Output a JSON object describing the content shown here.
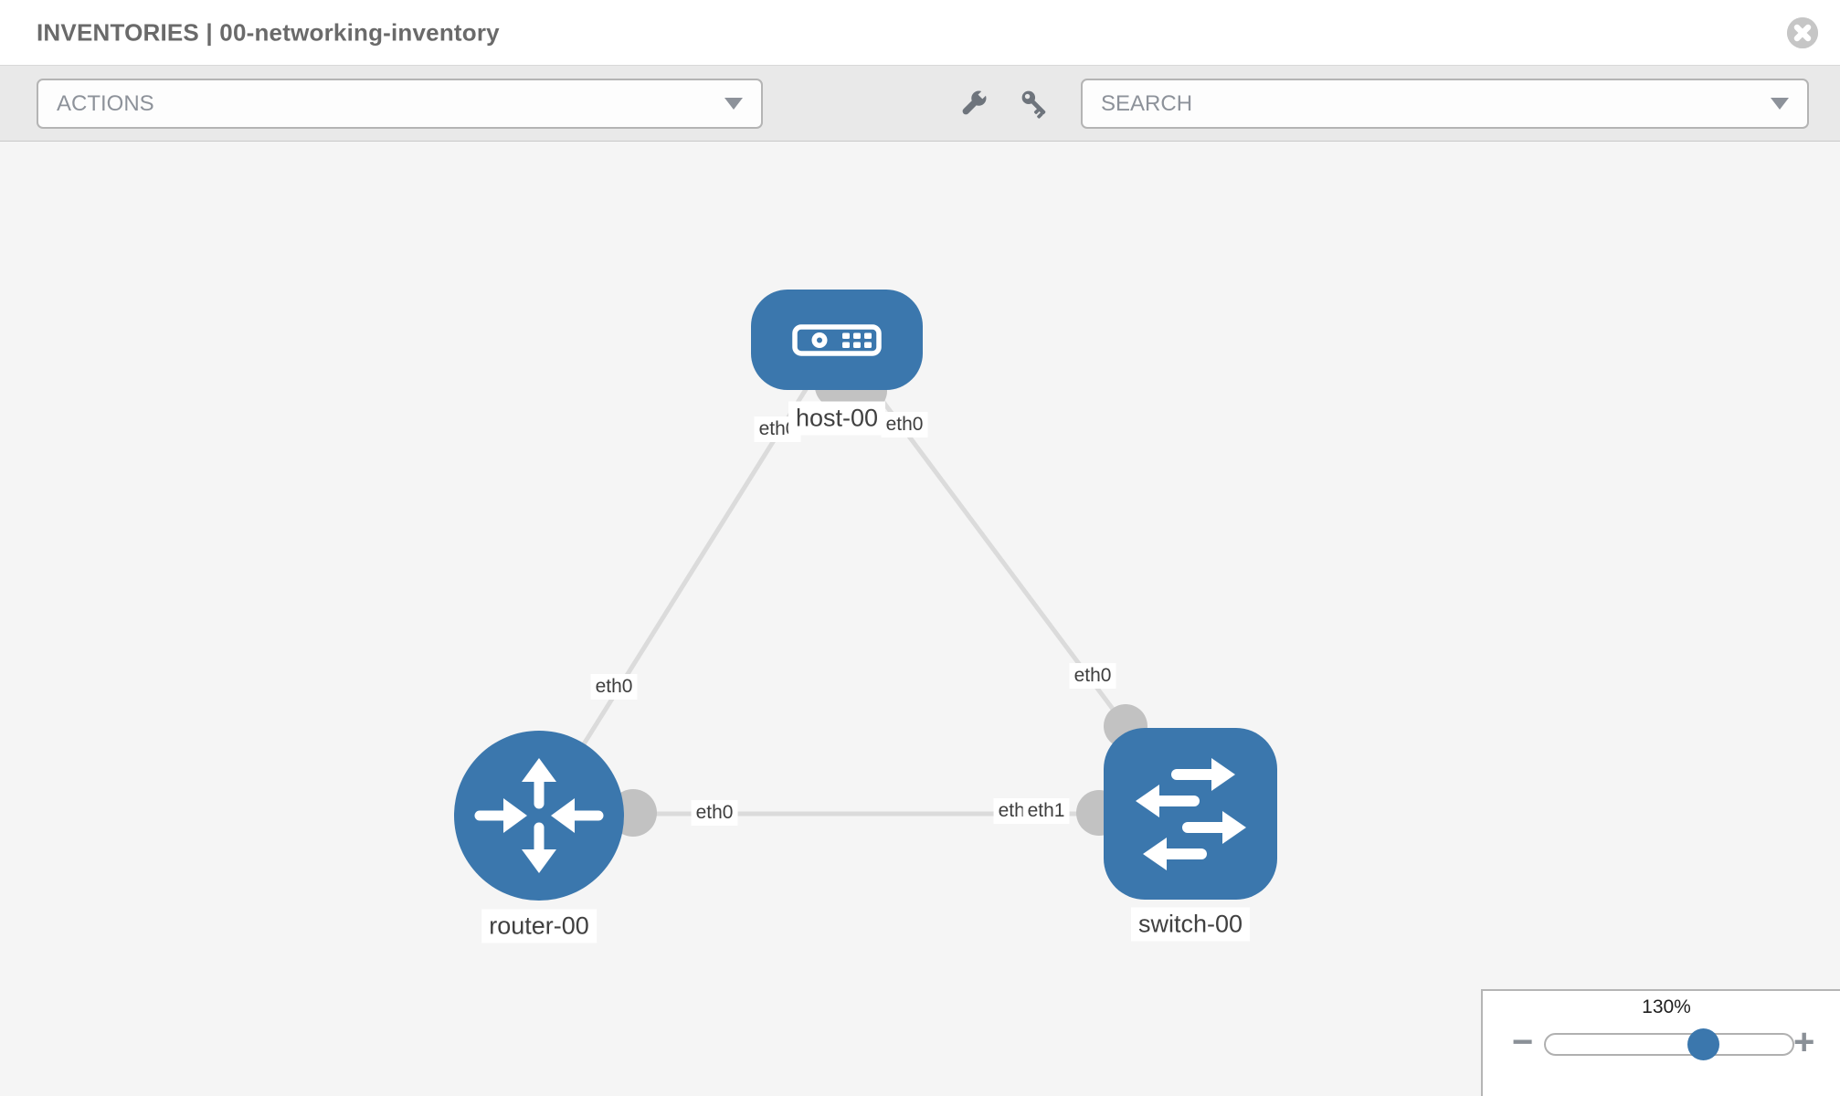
{
  "header": {
    "title": "INVENTORIES | 00-networking-inventory"
  },
  "toolbar": {
    "actions_dropdown": {
      "label": "ACTIONS"
    },
    "search_dropdown": {
      "placeholder": "SEARCH"
    },
    "icons": [
      "wrench-icon",
      "key-icon"
    ]
  },
  "topology": {
    "nodes": [
      {
        "id": "host-00",
        "type": "host",
        "label": "host-00"
      },
      {
        "id": "router-00",
        "type": "router",
        "label": "router-00"
      },
      {
        "id": "switch-00",
        "type": "switch",
        "label": "switch-00"
      }
    ],
    "links": [
      {
        "from": "host-00",
        "to": "router-00",
        "from_iface": "eth0",
        "to_iface": "eth0"
      },
      {
        "from": "host-00",
        "to": "switch-00",
        "from_iface": "eth0",
        "to_iface": "eth0"
      },
      {
        "from": "router-00",
        "to": "switch-00",
        "from_iface": "eth0",
        "to_iface": "eth1"
      }
    ],
    "iface_labels": [
      "eth0",
      "eth0",
      "eth0",
      "eth0",
      "eth0",
      "eth0",
      "eth1"
    ]
  },
  "zoom_control": {
    "value": "130%",
    "minus_label": "−",
    "plus_label": "+"
  },
  "colors": {
    "node_blue": "#3b77ad",
    "connector_gray": "#c2c2c2",
    "link_gray": "#dbdbdb",
    "canvas_bg": "#f5f5f5",
    "toolbar_bg": "#e9e9e9"
  }
}
